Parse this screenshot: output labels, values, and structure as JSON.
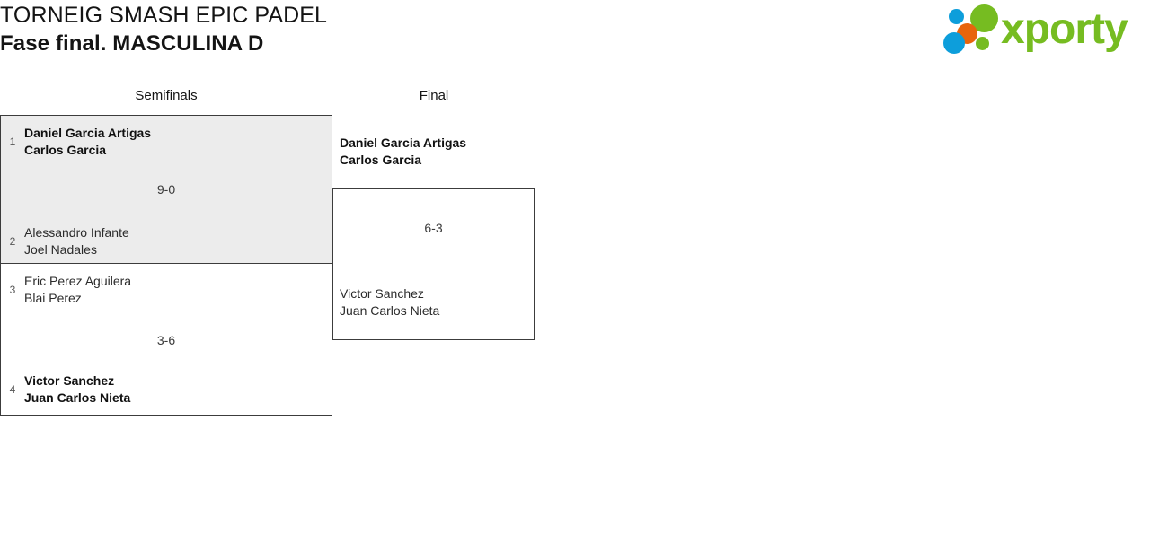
{
  "header": {
    "tournament_name": "TORNEIG SMASH EPIC PADEL",
    "phase": "Fase final. MASCULINA D",
    "logo_text": "xporty",
    "logo_colors": {
      "blue": "#0d9edb",
      "orange": "#e8650d",
      "green": "#76bc21"
    }
  },
  "bracket": {
    "rounds": [
      {
        "label": "Semifinals"
      },
      {
        "label": "Final"
      }
    ],
    "semifinals": [
      {
        "score": "9-0",
        "highlighted": true,
        "teams": [
          {
            "seed": "1",
            "player1": "Daniel Garcia Artigas",
            "player2": "Carlos Garcia",
            "winner": true
          },
          {
            "seed": "2",
            "player1": "Alessandro Infante",
            "player2": "Joel Nadales",
            "winner": false
          }
        ]
      },
      {
        "score": "3-6",
        "highlighted": false,
        "teams": [
          {
            "seed": "3",
            "player1": "Eric Perez Aguilera",
            "player2": "Blai Perez",
            "winner": false
          },
          {
            "seed": "4",
            "player1": "Victor Sanchez",
            "player2": "Juan Carlos Nieta",
            "winner": true
          }
        ]
      }
    ],
    "final": {
      "score": "6-3",
      "teams": [
        {
          "player1": "Daniel Garcia Artigas",
          "player2": "Carlos Garcia",
          "winner": true
        },
        {
          "player1": "Victor Sanchez",
          "player2": "Juan Carlos Nieta",
          "winner": false
        }
      ]
    }
  }
}
